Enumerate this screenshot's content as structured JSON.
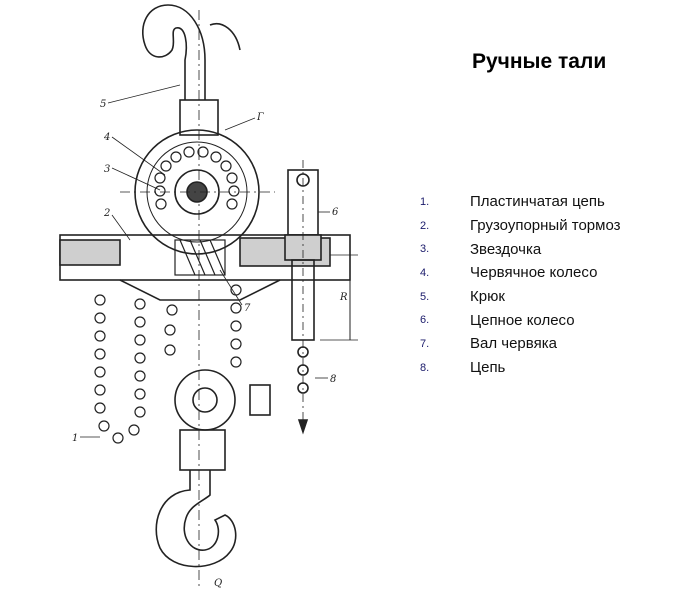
{
  "title": "Ручные тали",
  "legend": [
    {
      "num": "1.",
      "text": "Пластинчатая цепь"
    },
    {
      "num": "2.",
      "text": "Грузоупорный тормоз"
    },
    {
      "num": "3.",
      "text": "Звездочка"
    },
    {
      "num": "4.",
      "text": "Червячное колесо"
    },
    {
      "num": "5.",
      "text": "Крюк"
    },
    {
      "num": "6.",
      "text": "Цепное колесо"
    },
    {
      "num": "7.",
      "text": "Вал червяка"
    },
    {
      "num": "8.",
      "text": "Цепь"
    }
  ],
  "drawing_labels": {
    "l1": "1",
    "l2": "2",
    "l3": "3",
    "l4": "4",
    "l5": "5",
    "l6": "6",
    "l7": "7",
    "l8": "8",
    "dimR": "R",
    "dimG": "Г",
    "bottom": "Q"
  }
}
